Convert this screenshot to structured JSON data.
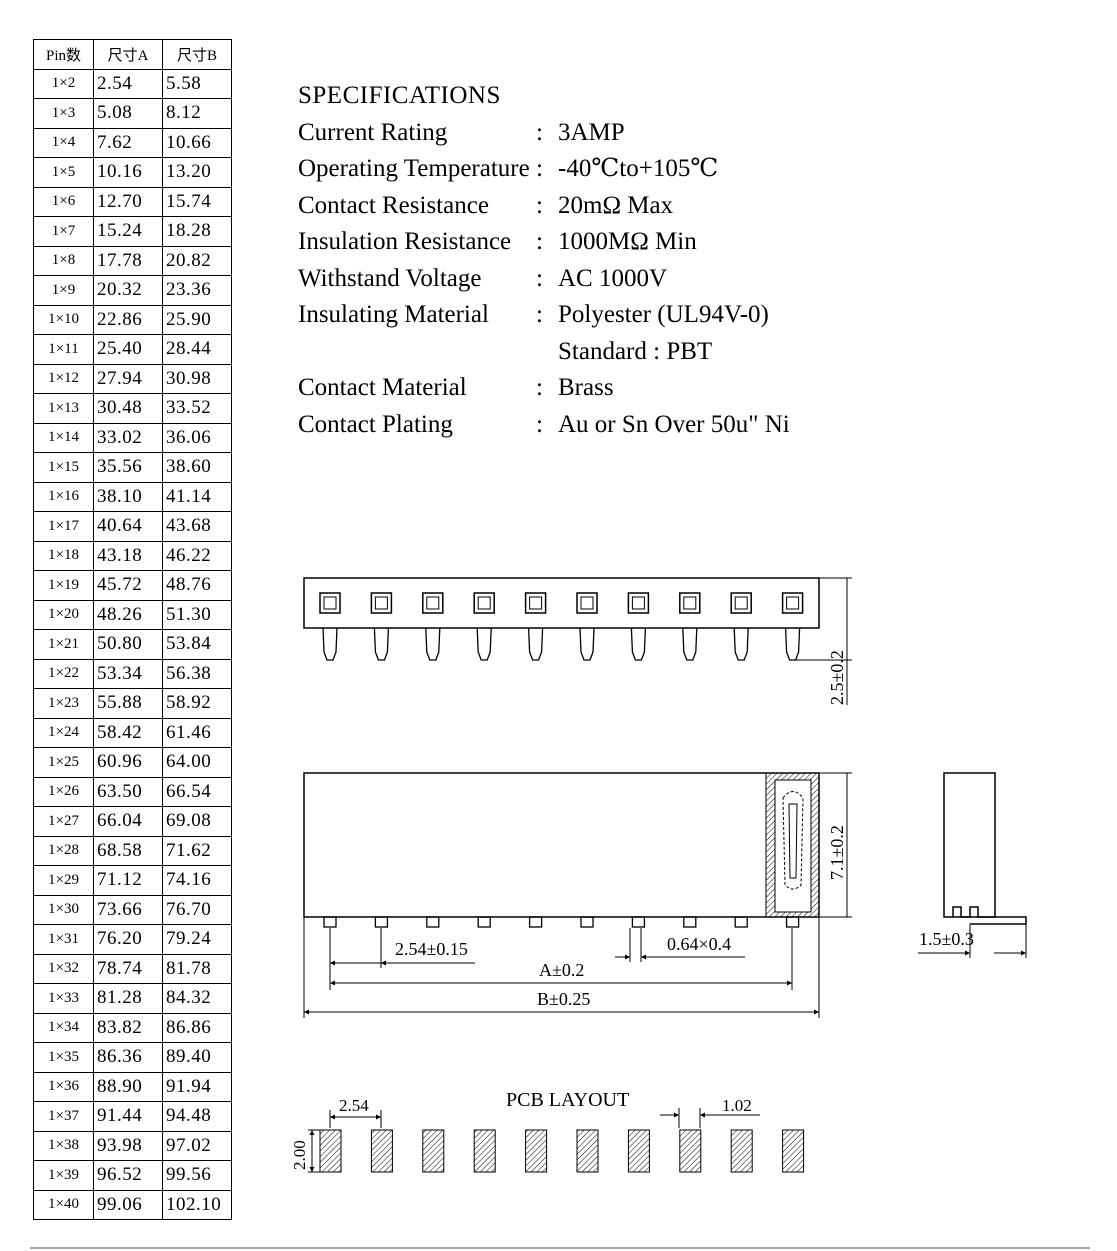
{
  "table": {
    "headers": [
      "Pin数",
      "尺寸A",
      "尺寸B"
    ],
    "rows": [
      [
        "1×2",
        "2.54",
        "5.58"
      ],
      [
        "1×3",
        "5.08",
        "8.12"
      ],
      [
        "1×4",
        "7.62",
        "10.66"
      ],
      [
        "1×5",
        "10.16",
        "13.20"
      ],
      [
        "1×6",
        "12.70",
        "15.74"
      ],
      [
        "1×7",
        "15.24",
        "18.28"
      ],
      [
        "1×8",
        "17.78",
        "20.82"
      ],
      [
        "1×9",
        "20.32",
        "23.36"
      ],
      [
        "1×10",
        "22.86",
        "25.90"
      ],
      [
        "1×11",
        "25.40",
        "28.44"
      ],
      [
        "1×12",
        "27.94",
        "30.98"
      ],
      [
        "1×13",
        "30.48",
        "33.52"
      ],
      [
        "1×14",
        "33.02",
        "36.06"
      ],
      [
        "1×15",
        "35.56",
        "38.60"
      ],
      [
        "1×16",
        "38.10",
        "41.14"
      ],
      [
        "1×17",
        "40.64",
        "43.68"
      ],
      [
        "1×18",
        "43.18",
        "46.22"
      ],
      [
        "1×19",
        "45.72",
        "48.76"
      ],
      [
        "1×20",
        "48.26",
        "51.30"
      ],
      [
        "1×21",
        "50.80",
        "53.84"
      ],
      [
        "1×22",
        "53.34",
        "56.38"
      ],
      [
        "1×23",
        "55.88",
        "58.92"
      ],
      [
        "1×24",
        "58.42",
        "61.46"
      ],
      [
        "1×25",
        "60.96",
        "64.00"
      ],
      [
        "1×26",
        "63.50",
        "66.54"
      ],
      [
        "1×27",
        "66.04",
        "69.08"
      ],
      [
        "1×28",
        "68.58",
        "71.62"
      ],
      [
        "1×29",
        "71.12",
        "74.16"
      ],
      [
        "1×30",
        "73.66",
        "76.70"
      ],
      [
        "1×31",
        "76.20",
        "79.24"
      ],
      [
        "1×32",
        "78.74",
        "81.78"
      ],
      [
        "1×33",
        "81.28",
        "84.32"
      ],
      [
        "1×34",
        "83.82",
        "86.86"
      ],
      [
        "1×35",
        "86.36",
        "89.40"
      ],
      [
        "1×36",
        "88.90",
        "91.94"
      ],
      [
        "1×37",
        "91.44",
        "94.48"
      ],
      [
        "1×38",
        "93.98",
        "97.02"
      ],
      [
        "1×39",
        "96.52",
        "99.56"
      ],
      [
        "1×40",
        "99.06",
        "102.10"
      ]
    ]
  },
  "specs": {
    "title": "SPECIFICATIONS",
    "items": [
      {
        "label": "Current Rating",
        "value": "3AMP"
      },
      {
        "label": "Operating Temperature",
        "value": "-40℃to+105℃"
      },
      {
        "label": "Contact Resistance",
        "value": "20mΩ Max"
      },
      {
        "label": "Insulation Resistance",
        "value": "1000MΩ Min"
      },
      {
        "label": "Withstand Voltage",
        "value": "AC 1000V"
      },
      {
        "label": "Insulating Material",
        "value": "Polyester (UL94V-0)"
      }
    ],
    "insulating_extra": "Standard : PBT",
    "items2": [
      {
        "label": "Contact Material",
        "value": "Brass"
      },
      {
        "label": "Contact Plating",
        "value": "Au or Sn Over 50u\" Ni"
      }
    ]
  },
  "drawing": {
    "top_view": {
      "slots": 10,
      "dim_label": "2.5±0.2"
    },
    "front_view": {
      "pins": 10,
      "height_label": "7.1±0.2",
      "pitch_label": "2.54±0.15",
      "pin_size_label": "0.64×0.4",
      "a_label": "A±0.2",
      "b_label": "B±0.25"
    },
    "side_view": {
      "dim_label": "1.5±0.3"
    },
    "pcb_layout": {
      "title": "PCB LAYOUT",
      "pads": 10,
      "pitch_label": "2.54",
      "pad_width_label": "1.02",
      "pad_height_label": "2.00"
    }
  }
}
